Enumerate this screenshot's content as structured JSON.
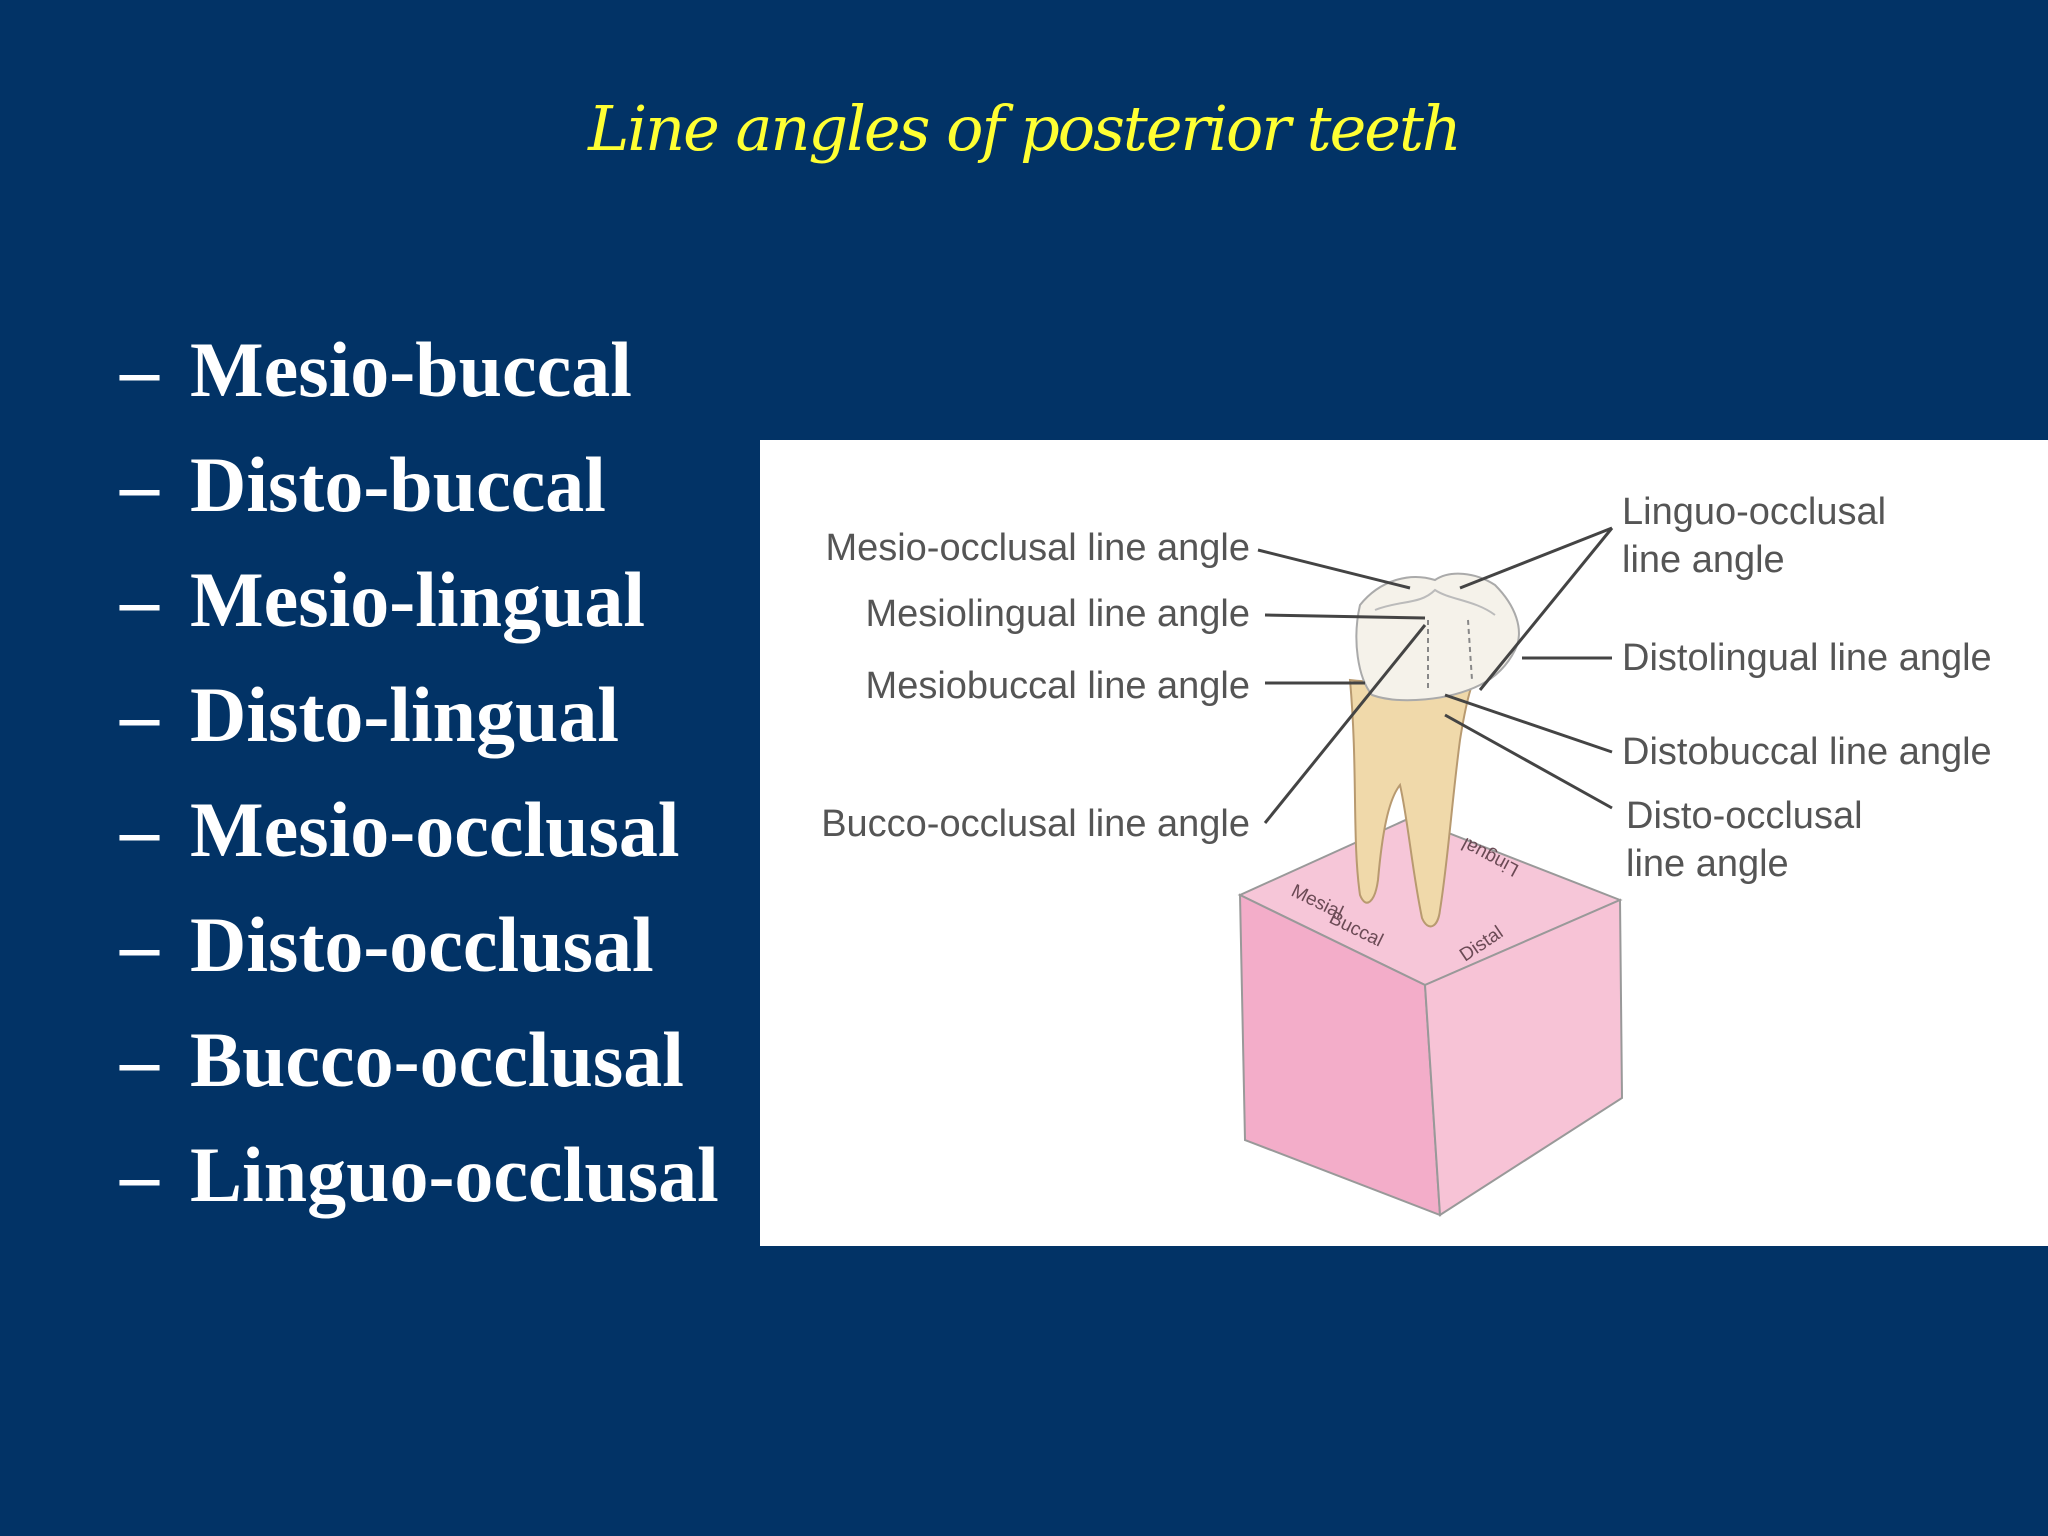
{
  "slide": {
    "title": "Line angles of posterior teeth",
    "bullet_dash": "–",
    "bullets": [
      "Mesio-buccal",
      "Disto-buccal",
      "Mesio-lingual",
      "Disto-lingual",
      "Mesio-occlusal",
      "Disto-occlusal",
      "Bucco-occlusal",
      "Linguo-occlusal"
    ]
  },
  "diagram": {
    "labels_left": {
      "mesio_occlusal": "Mesio-occlusal line angle",
      "mesiolingual": "Mesiolingual line angle",
      "mesiobuccal": "Mesiobuccal line angle",
      "bucco_occlusal": "Bucco-occlusal line angle"
    },
    "labels_right": {
      "linguo_occlusal_1": "Linguo-occlusal",
      "linguo_occlusal_2": "line angle",
      "distolingual": "Distolingual line angle",
      "distobuccal": "Distobuccal line angle",
      "disto_occlusal_1": "Disto-occlusal",
      "disto_occlusal_2": "line angle"
    },
    "cube_faces": {
      "mesial": "Mesial",
      "lingual": "Lingual",
      "buccal": "Buccal",
      "distal": "Distal"
    },
    "colors": {
      "cube_top": "#f6c6d8",
      "cube_left": "#f3adc9",
      "cube_right": "#f7c3d6",
      "tooth_crown": "#f5f2ea",
      "tooth_root": "#f0d9aa",
      "leader_line": "#444444",
      "label_text": "#555555"
    }
  }
}
